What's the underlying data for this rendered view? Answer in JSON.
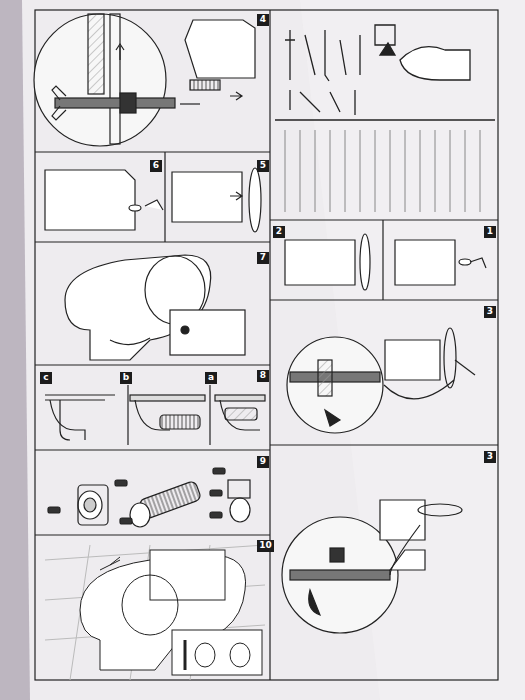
{
  "diagram": {
    "nodes": [
      {
        "text": [
          "4"
        ]
      },
      {
        "text": [
          "6"
        ]
      },
      {
        "text": [
          "5"
        ]
      },
      {
        "text": [
          "7"
        ]
      },
      {
        "text": [
          "8"
        ]
      },
      {
        "text": [
          "a"
        ]
      },
      {
        "text": [
          "b"
        ]
      },
      {
        "text": [
          "c"
        ]
      },
      {
        "text": [
          "9"
        ]
      },
      {
        "text": [
          "10"
        ]
      },
      {
        "text": [
          "2"
        ]
      },
      {
        "text": [
          "1"
        ]
      },
      {
        "text": [
          "3"
        ]
      },
      {
        "text": [
          "3"
        ]
      }
    ]
  }
}
